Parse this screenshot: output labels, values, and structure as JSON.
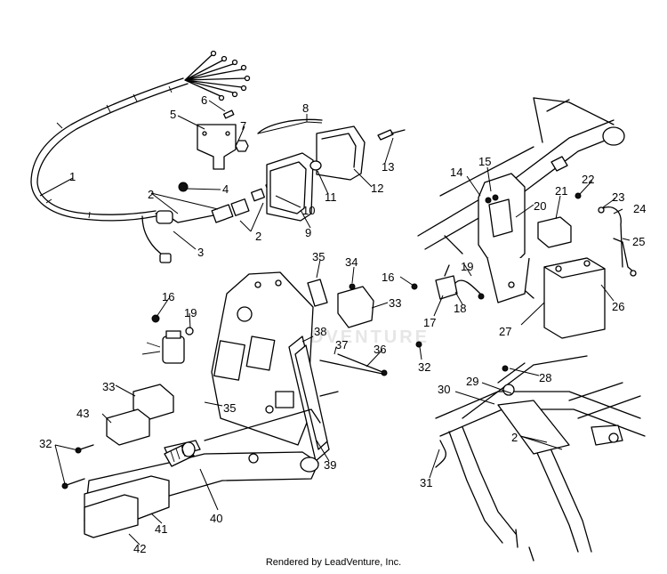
{
  "footer": "Rendered by LeadVenture, Inc.",
  "watermark": "LEADVENTURE",
  "callouts": [
    "1",
    "2",
    "3",
    "4",
    "5",
    "6",
    "7",
    "8",
    "9",
    "10",
    "11",
    "12",
    "13",
    "14",
    "15",
    "16",
    "17",
    "18",
    "19",
    "20",
    "21",
    "22",
    "23",
    "24",
    "25",
    "26",
    "27",
    "28",
    "29",
    "30",
    "31",
    "32",
    "33",
    "34",
    "35",
    "36",
    "37",
    "38",
    "39",
    "40",
    "41",
    "42",
    "43"
  ]
}
